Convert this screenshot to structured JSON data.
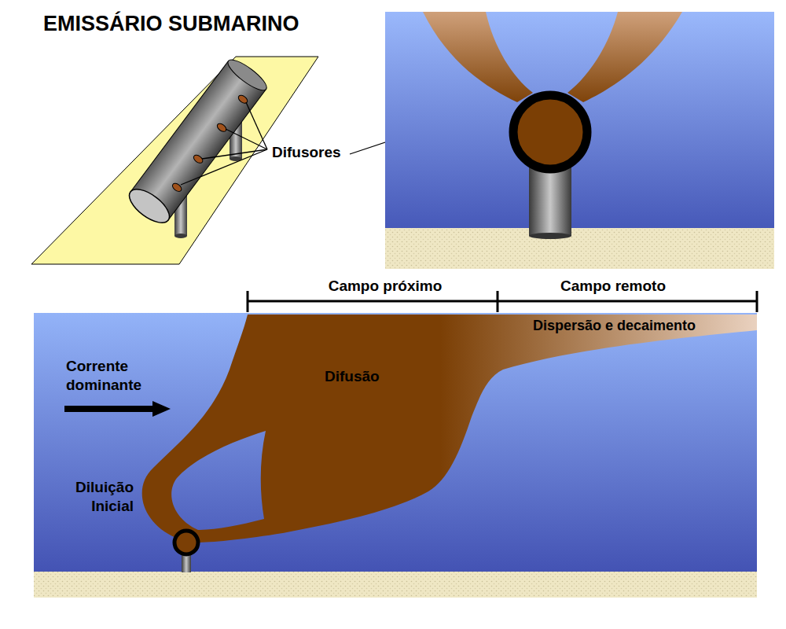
{
  "diagram": {
    "title": "EMISSÁRIO SUBMARINO",
    "labels": [
      "Difusores",
      "Campo próximo",
      "Campo remoto",
      "Dispersão e decaimento",
      "Difusão",
      "Corrente dominante",
      "Diluição Inicial"
    ]
  }
}
